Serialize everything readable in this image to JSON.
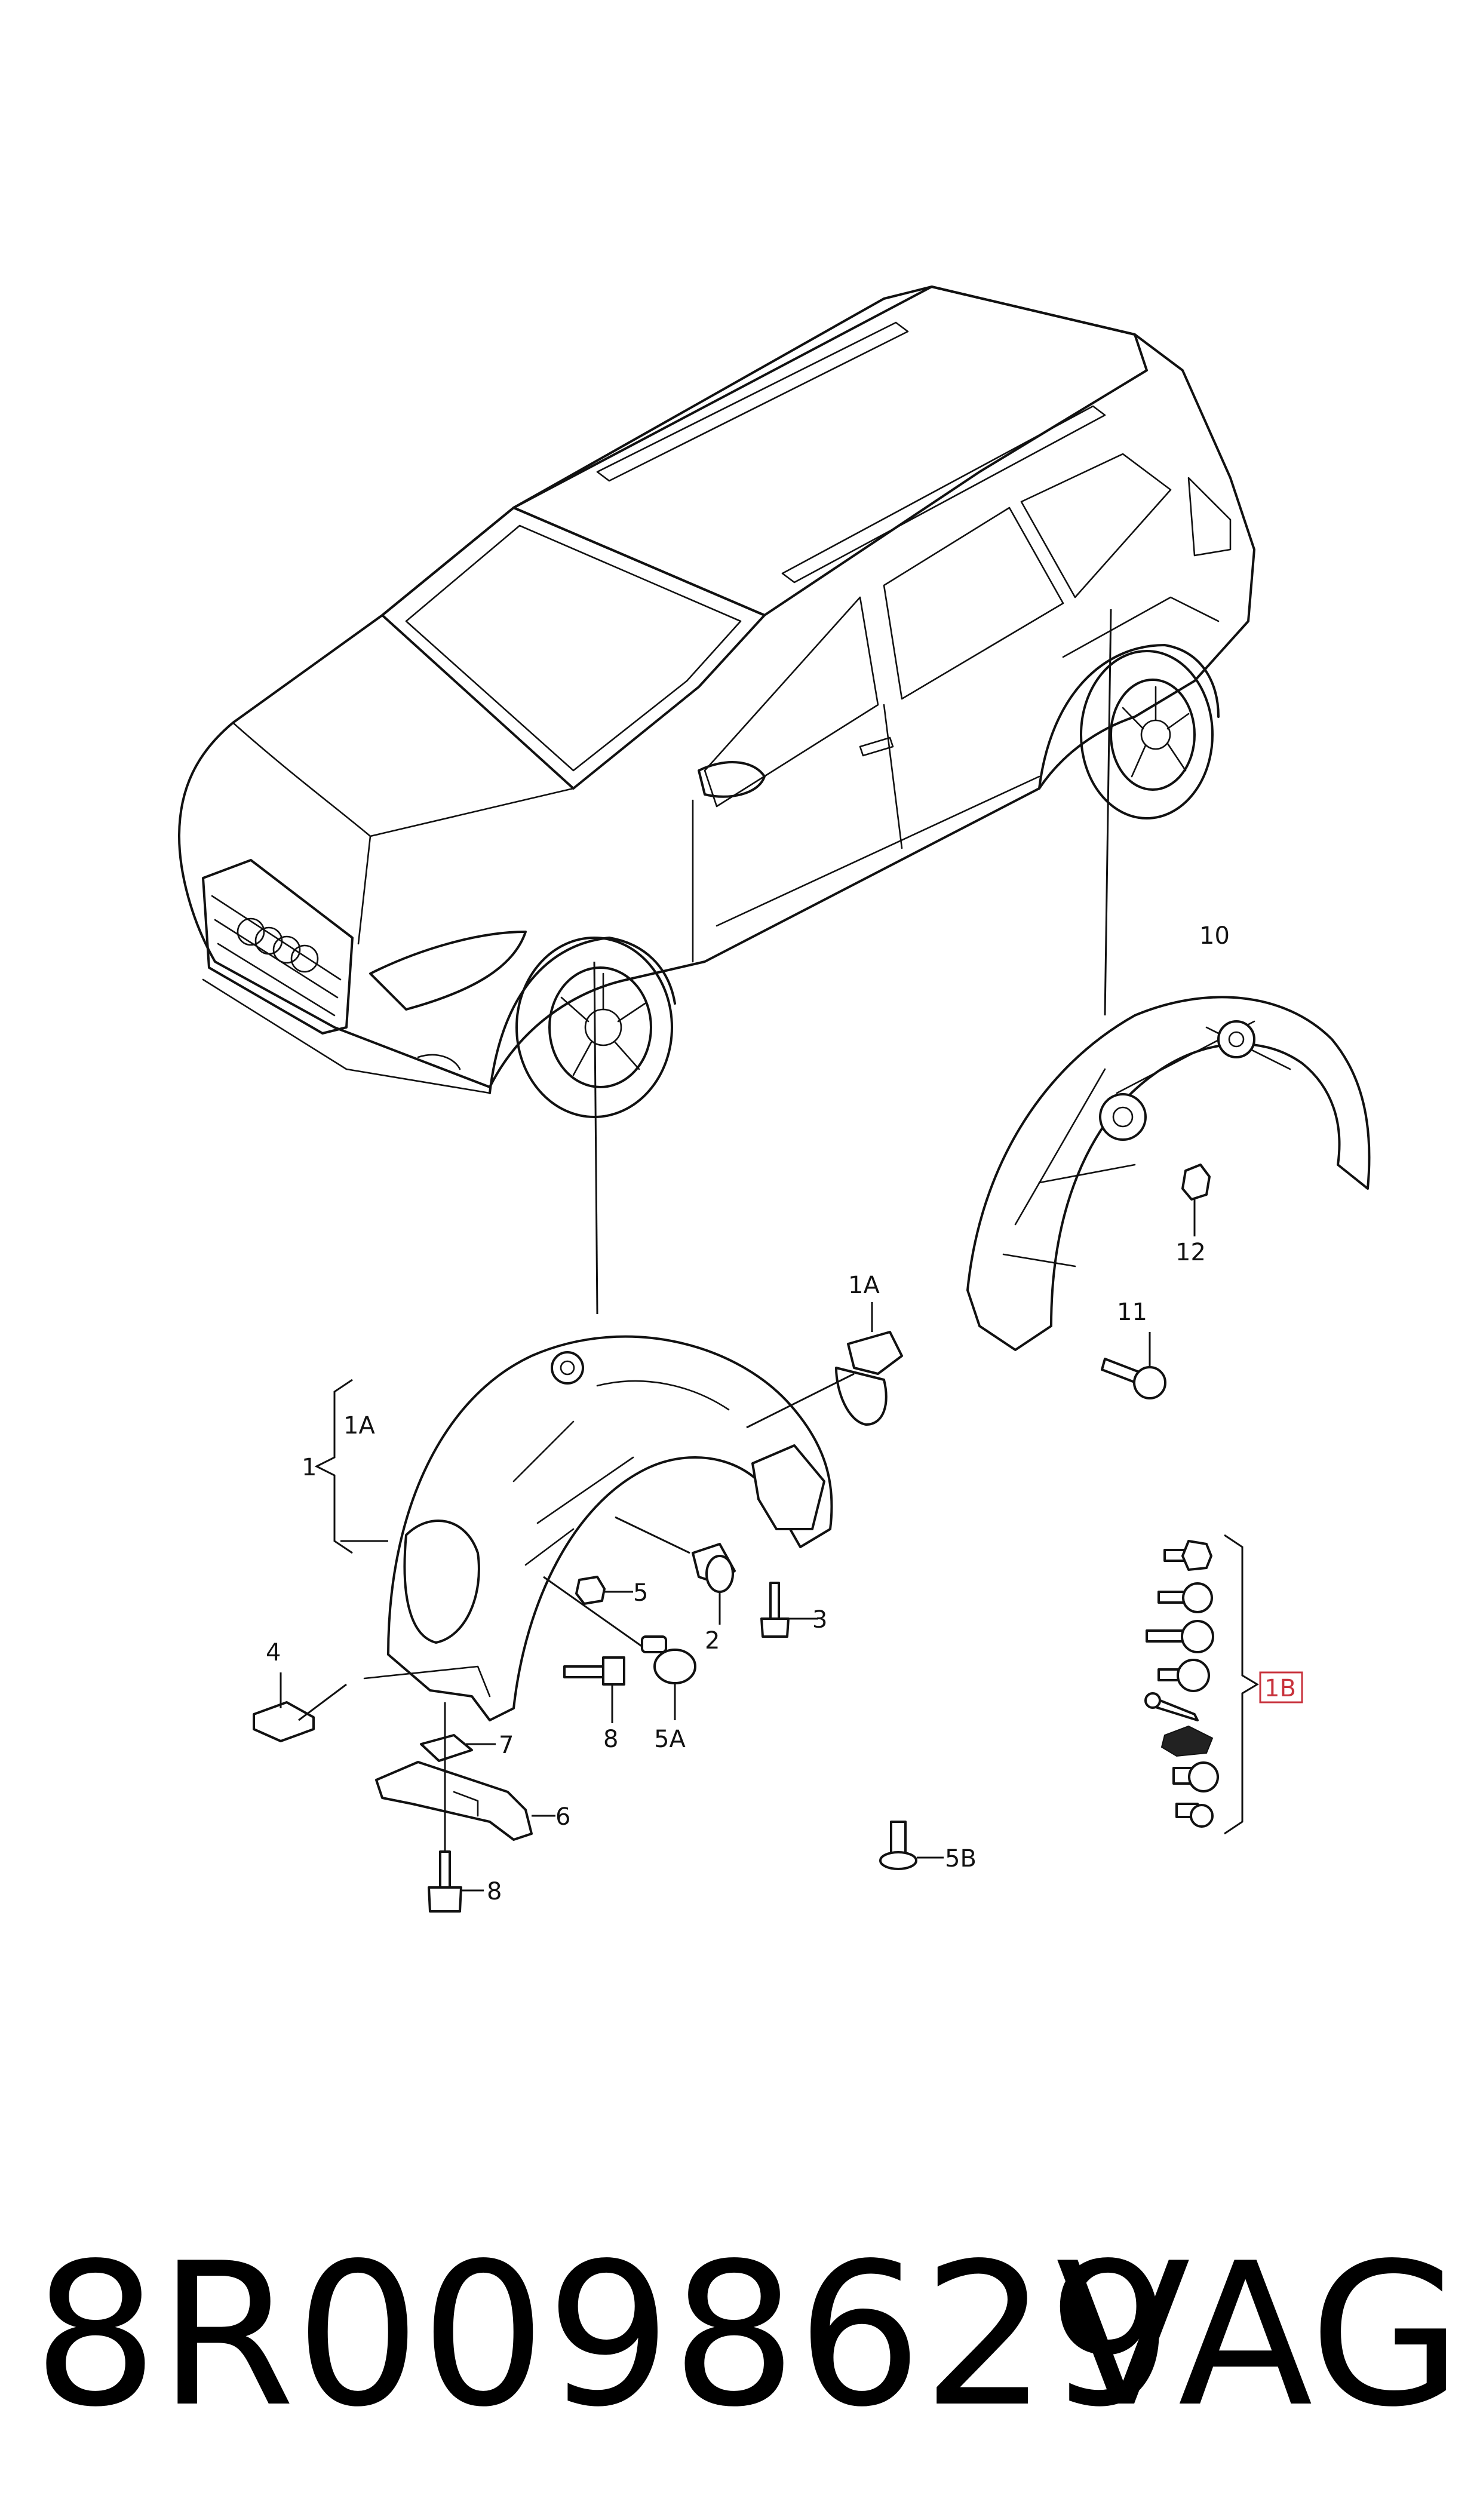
{
  "callouts": {
    "c1": "1",
    "c1A_left": "1A",
    "c1A_top": "1A",
    "c1B": "1B",
    "c2": "2",
    "c3": "3",
    "c4": "4",
    "c5": "5",
    "c5A": "5A",
    "c5B": "5B",
    "c6": "6",
    "c7": "7",
    "c8a": "8",
    "c8b": "8",
    "c10": "10",
    "c11": "11",
    "c12": "12"
  },
  "footer": {
    "part_number": "8R0098629",
    "brand": "VAG"
  },
  "colors": {
    "line": "#111111",
    "highlight_box": "#c8323c",
    "background": "#ffffff"
  }
}
